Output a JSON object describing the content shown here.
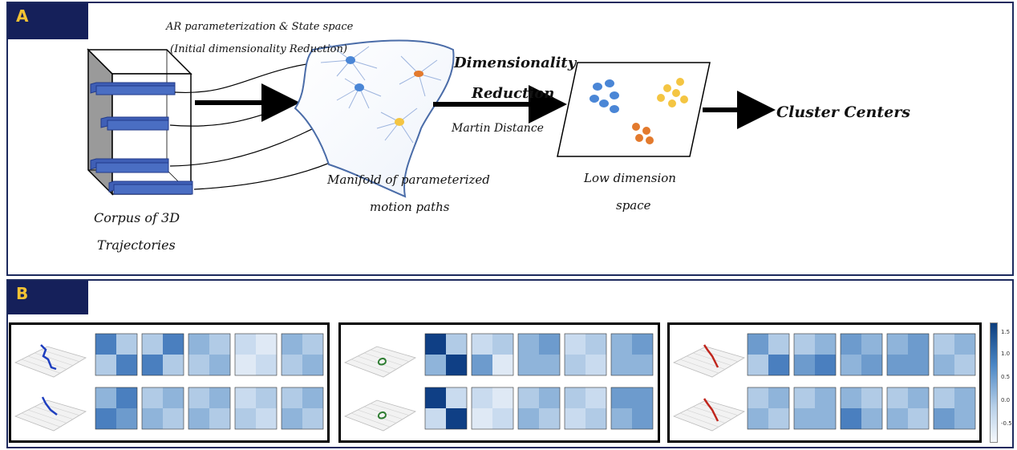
{
  "panel_a": {
    "tag": "A",
    "ar_title_line1": "AR parameterization & State space",
    "ar_title_line2": "(Initial dimensionality Reduction)",
    "corpus_line1": "Corpus of 3D",
    "corpus_line2": "Trajectories",
    "manifold_line1": "Manifold of parameterized",
    "manifold_line2": "motion paths",
    "dr_line1": "Dimensionality",
    "dr_line2": "Reduction",
    "martin": "Martin Distance",
    "low_line1": "Low dimension",
    "low_line2": "space",
    "cluster_centers": "Cluster Centers"
  },
  "panel_b": {
    "tag": "B",
    "colorbar_ticks": [
      "1.5",
      "1.0",
      "0.5",
      "0.0",
      "-0.5"
    ],
    "groups": [
      {
        "color": "#3a6fb5",
        "path_color": "#1f3fbf"
      },
      {
        "color": "#4caf50",
        "path_color": "#2e7d32"
      },
      {
        "color": "#e0352b",
        "path_color": "#c0261d"
      }
    ]
  }
}
